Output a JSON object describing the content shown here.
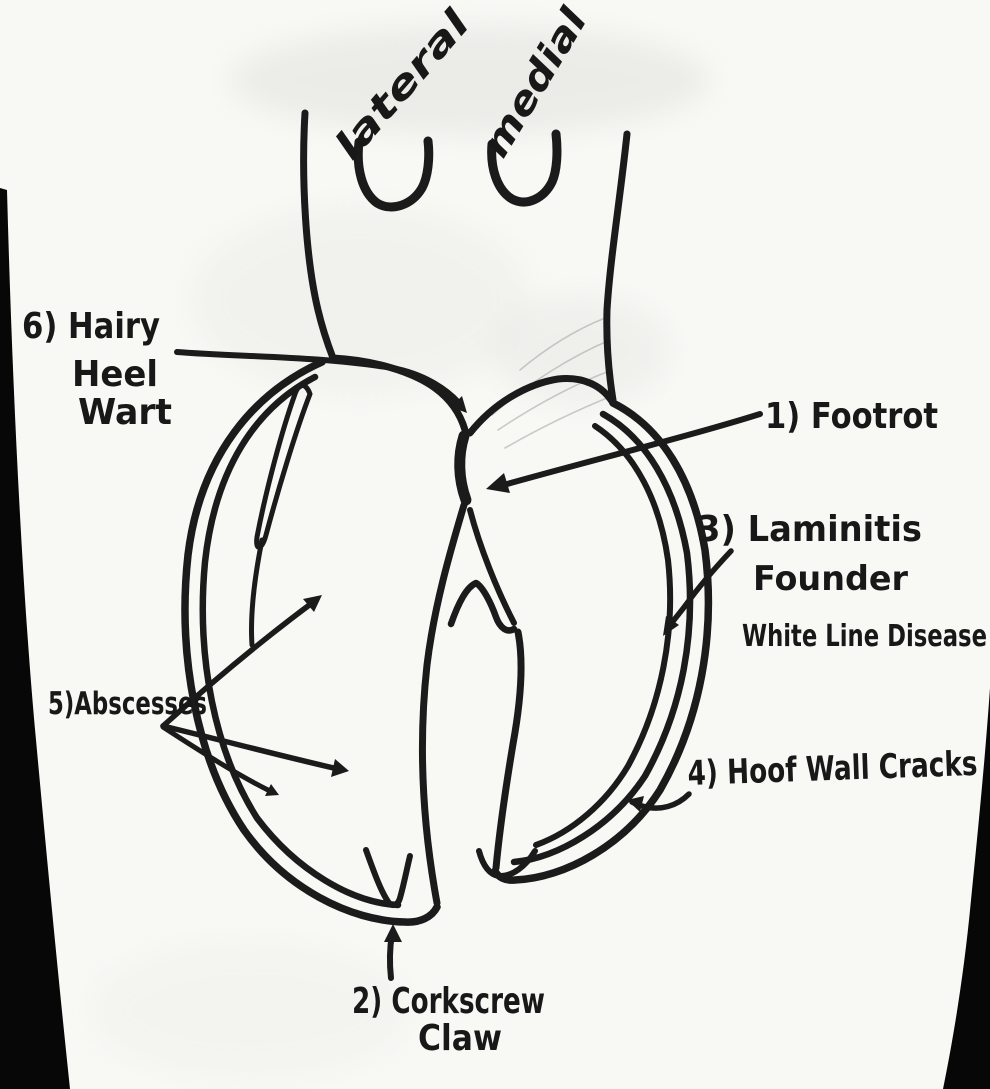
{
  "diagram": {
    "orientation": {
      "left_label": "lateral",
      "right_label": "medial"
    },
    "conditions": {
      "footrot": "1) Footrot",
      "corkscrew_line1": "2) Corkscrew",
      "corkscrew_line2": "Claw",
      "laminitis_line1": "3) Laminitis",
      "laminitis_line2": "Founder",
      "laminitis_line3": "White Line Disease",
      "cracks": "4) Hoof Wall Cracks",
      "abscesses": "5)Abscesses",
      "wart_line1": "6) Hairy",
      "wart_line2": "Heel",
      "wart_line3": "Wart"
    },
    "colors": {
      "ink": "#1b1b1b",
      "paper": "#f8f8f5",
      "photo_background": "#060606",
      "pencil_shading": "#9b9b9b"
    }
  }
}
